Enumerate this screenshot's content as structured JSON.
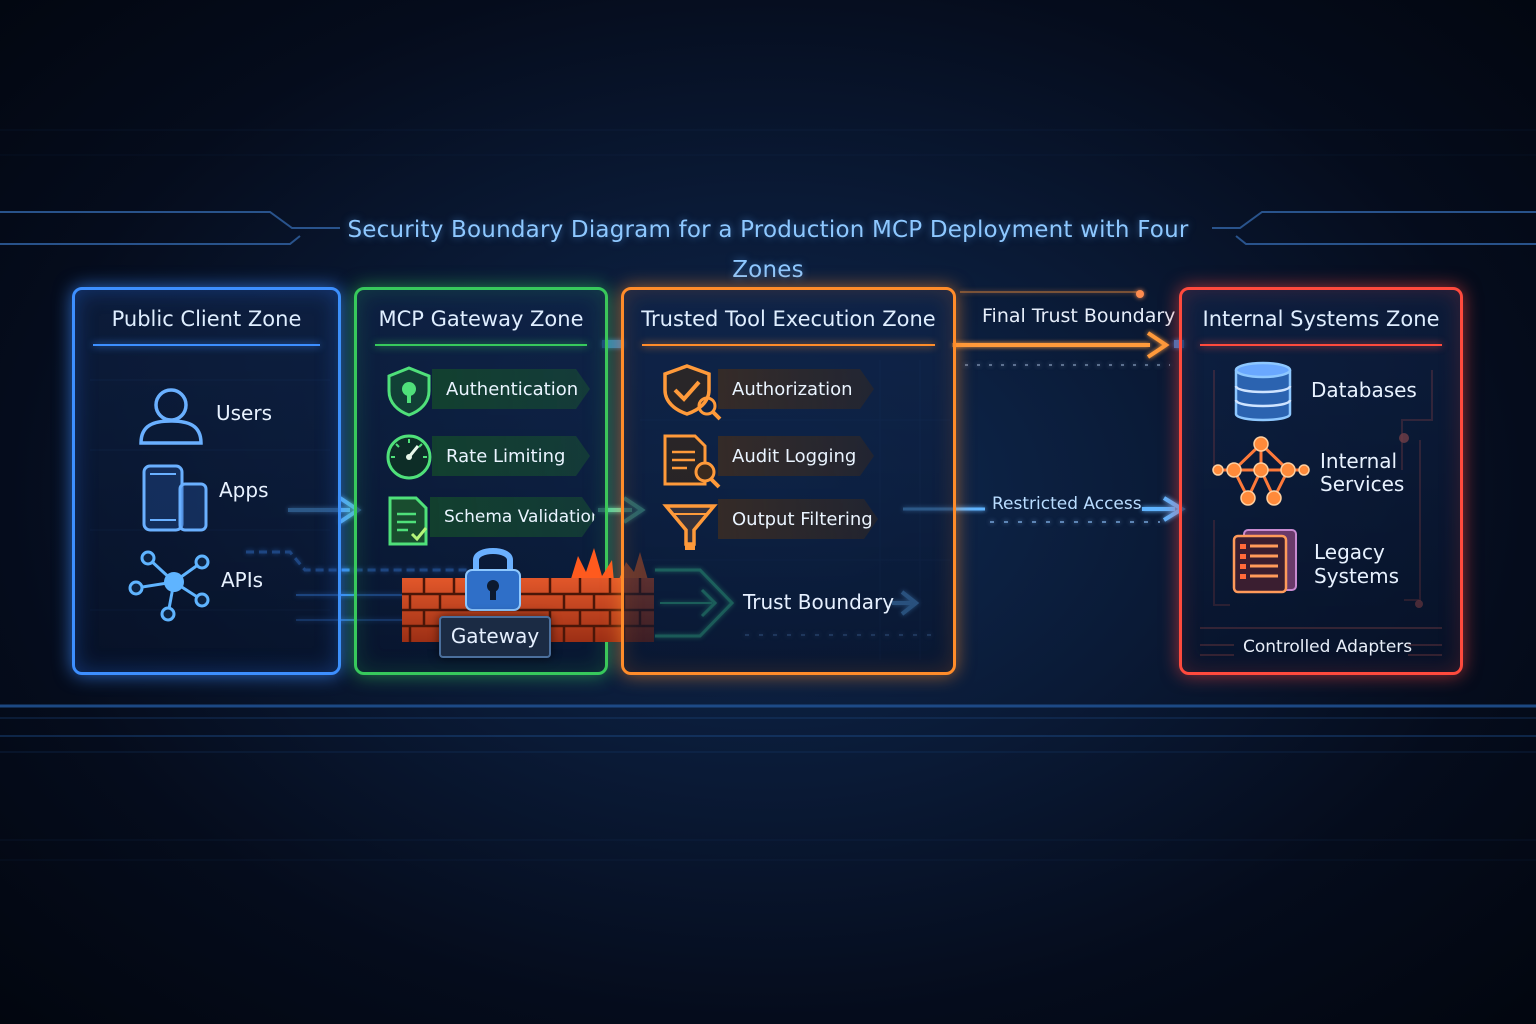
{
  "title": "Security Boundary Diagram for a Production MCP Deployment with Four Zones",
  "zones": {
    "public": {
      "title": "Public Client Zone",
      "items": [
        {
          "label": "Users",
          "icon": "user-icon"
        },
        {
          "label": "Apps",
          "icon": "devices-icon"
        },
        {
          "label": "APIs",
          "icon": "api-network-icon"
        }
      ]
    },
    "gateway": {
      "title": "MCP Gateway Zone",
      "items": [
        {
          "label": "Authentication",
          "icon": "shield-lock-icon"
        },
        {
          "label": "Rate Limiting",
          "icon": "gauge-icon"
        },
        {
          "label": "Schema Validation",
          "icon": "document-check-icon"
        }
      ],
      "gateway_label": "Gateway"
    },
    "trusted": {
      "title": "Trusted Tool Execution Zone",
      "items": [
        {
          "label": "Authorization",
          "icon": "shield-check-icon"
        },
        {
          "label": "Audit Logging",
          "icon": "document-search-icon"
        },
        {
          "label": "Output Filtering",
          "icon": "funnel-icon"
        }
      ],
      "trust_boundary": "Trust Boundary"
    },
    "internal": {
      "title": "Internal Systems Zone",
      "items": [
        {
          "label": "Databases",
          "icon": "database-icon"
        },
        {
          "label": "Internal Services",
          "label_lines": [
            "Internal",
            "Services"
          ],
          "icon": "network-nodes-icon"
        },
        {
          "label": "Legacy Systems",
          "label_lines": [
            "Legacy",
            "Systems"
          ],
          "icon": "server-icon"
        }
      ],
      "footer": "Controlled Adapters"
    }
  },
  "connectors": {
    "final_trust_boundary": "Final Trust Boundary",
    "restricted_access": "Restricted Access"
  },
  "colors": {
    "public": "#3d8fff",
    "gateway": "#37c95c",
    "trusted": "#ff8c2a",
    "internal": "#ff4a3d",
    "title": "#8ec8ff"
  }
}
